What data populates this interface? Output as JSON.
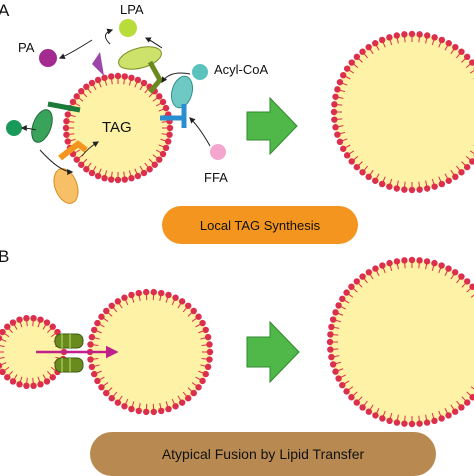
{
  "panel_a": {
    "letter": "A",
    "label_tag": "TAG",
    "label_lpa": "LPA",
    "label_pa": "PA",
    "label_acylcoa": "Acyl-CoA",
    "label_ffa": "FFA",
    "pill_text": "Local TAG Synthesis"
  },
  "panel_b": {
    "letter": "B",
    "pill_text": "Atypical Fusion by Lipid Transfer"
  },
  "colors": {
    "droplet_fill": "#fdf2a5",
    "lipid_head": "#dc2f4d",
    "arrow_green": "#4fb848",
    "pill_orange": "#f3951f",
    "pill_brown": "#b88a52",
    "fsp27_green": "#6a8a1f"
  }
}
